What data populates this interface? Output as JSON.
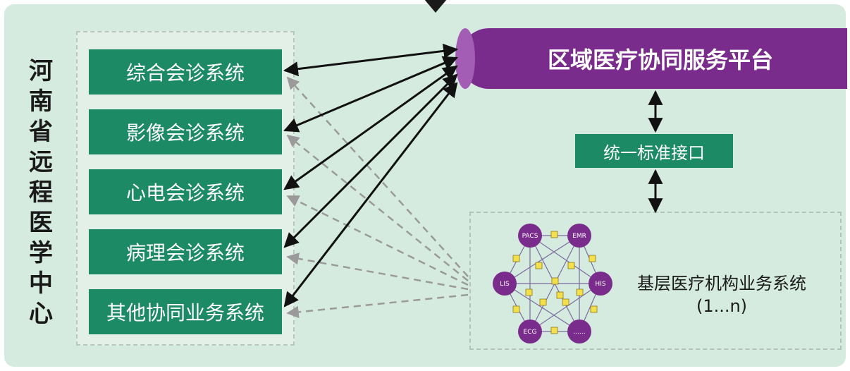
{
  "center_title_chars": [
    "河",
    "南",
    "省",
    "远",
    "程",
    "医",
    "学",
    "中",
    "心"
  ],
  "services": [
    "综合会诊系统",
    "影像会诊系统",
    "心电会诊系统",
    "病理会诊系统",
    "其他协同业务系统"
  ],
  "platform": "区域医疗协同服务平台",
  "interface": "统一标准接口",
  "basic_system": {
    "label": "基层医疗机构业务系统",
    "range": "(1...n)"
  },
  "network_nodes": [
    "PACS",
    "EMR",
    "LIS",
    "HIS",
    "ECG",
    "......"
  ],
  "colors": {
    "panel": "#d6ebdf",
    "service_green": "#1c8a64",
    "platform_purple": "#7a2c8c",
    "node_purple": "#7a2c8c",
    "connector_yellow": "#f4e04a"
  }
}
